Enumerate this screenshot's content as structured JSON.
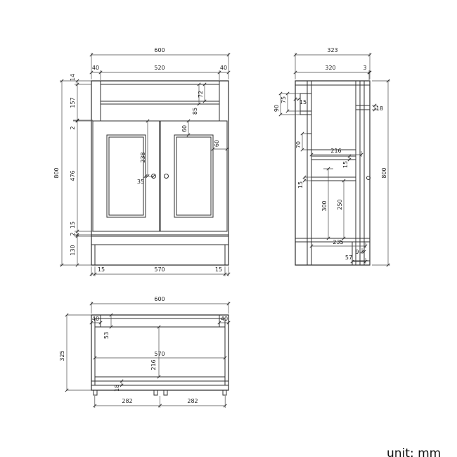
{
  "unit_label": "unit: mm",
  "views": {
    "front": {
      "total_width": "600",
      "top_left": "40",
      "top_center": "520",
      "top_right": "40",
      "total_height": "800",
      "h_14": "14",
      "h_157": "157",
      "h_2a": "2",
      "h_476": "476",
      "h_15": "15",
      "h_2b": "2",
      "h_130": "130",
      "d_72": "72",
      "d_85": "85",
      "d_60a": "60",
      "d_60b": "60",
      "d_238": "238",
      "d_35": "35",
      "bot_left": "15",
      "bot_center": "570",
      "bot_right": "15"
    },
    "side": {
      "total_depth": "323",
      "d_320": "320",
      "d_3": "3",
      "total_height": "800",
      "d_18": "18",
      "d_75": "75",
      "d_90": "90",
      "d_15a": "15",
      "d_70": "70",
      "d_216": "216",
      "d_15b": "15",
      "d_15c": "15",
      "d_300": "300",
      "d_250": "250",
      "d_235": "235",
      "d_9": "9",
      "d_57": "57"
    },
    "plan": {
      "total_width": "600",
      "left_40": "40",
      "right_40": "40",
      "total_depth": "325",
      "d_53": "53",
      "d_570": "570",
      "d_216": "216",
      "d_18": "18",
      "span_left": "282",
      "span_right": "282"
    }
  }
}
